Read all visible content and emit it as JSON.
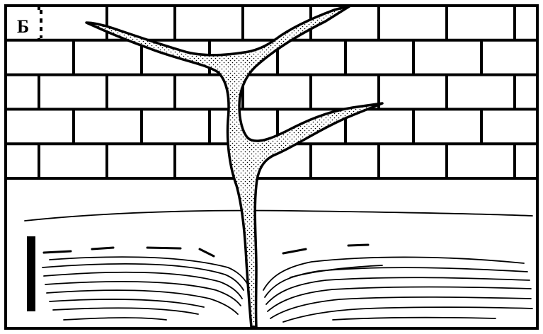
{
  "figure": {
    "panel_label": "Б",
    "colors": {
      "line": "#000000",
      "background": "#ffffff",
      "fill_stipple": "#f2f2f2",
      "stipple_dot": "#000000"
    },
    "structures": [
      "brick-masonry-layer",
      "laminated-sediment-layer",
      "dike-intrusion-stippled",
      "scale-bar"
    ]
  }
}
